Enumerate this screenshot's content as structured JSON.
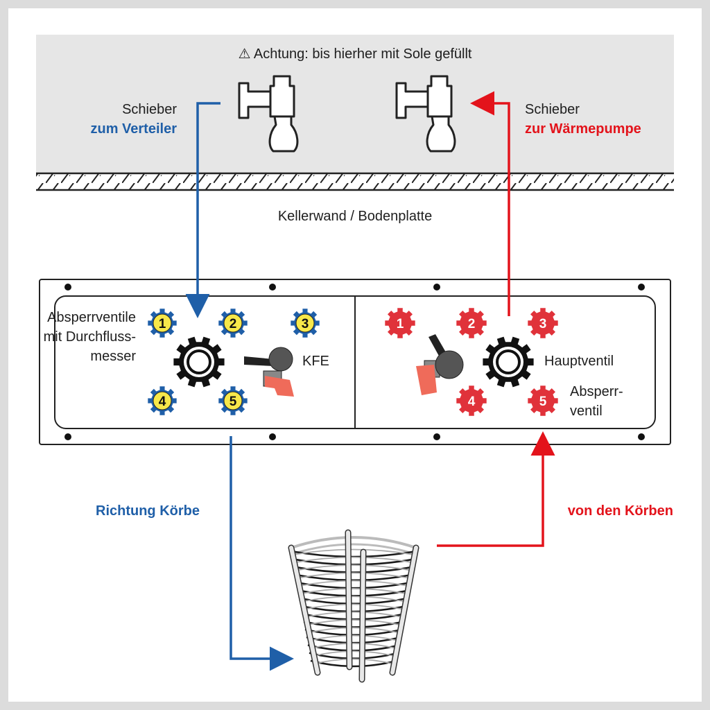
{
  "warning": {
    "icon": "warning-triangle-icon",
    "text": "⚠ Achtung: bis hierher mit Sole gefüllt"
  },
  "left_slider": {
    "line1": "Schieber",
    "line2": "zum Verteiler"
  },
  "right_slider": {
    "line1": "Schieber",
    "line2": "zur Wärmepumpe"
  },
  "wall_label": "Kellerwand / Bodenplatte",
  "left_manifold": {
    "label_lines": [
      "Absperrventile",
      "mit Durchfluss-",
      "messer"
    ],
    "valves": [
      "1",
      "2",
      "3",
      "4",
      "5"
    ],
    "kfe_label": "KFE"
  },
  "right_manifold": {
    "valves": [
      "1",
      "2",
      "3",
      "4",
      "5"
    ],
    "main_valve_label": "Hauptventil",
    "shutoff_lines": [
      "Absperr-",
      "ventil"
    ]
  },
  "flow_out_label": "Richtung Körbe",
  "flow_in_label": "von den Körben",
  "colors": {
    "blue": "#1f5fa8",
    "red": "#e3131b",
    "valve_red": "#e0323a",
    "yellow": "#f7e84a",
    "grey_zone": "#e6e6e6",
    "border": "#dcdcdc",
    "kfe_orange": "#ef6b5a"
  }
}
